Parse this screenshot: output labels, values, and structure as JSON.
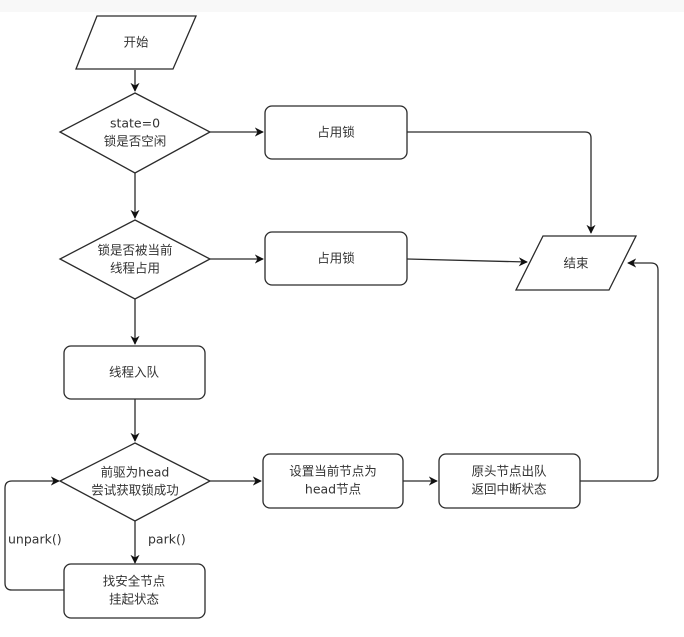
{
  "diagram": {
    "nodes": {
      "start": {
        "shape": "parallelogram",
        "lines": [
          "开始"
        ]
      },
      "check_free": {
        "shape": "diamond",
        "lines": [
          "state=0",
          "锁是否空闲"
        ]
      },
      "occupy1": {
        "shape": "rounded-rect",
        "lines": [
          "占用锁"
        ]
      },
      "check_owner": {
        "shape": "diamond",
        "lines": [
          "锁是否被当前",
          "线程占用"
        ]
      },
      "occupy2": {
        "shape": "rounded-rect",
        "lines": [
          "占用锁"
        ]
      },
      "end": {
        "shape": "parallelogram",
        "lines": [
          "结束"
        ]
      },
      "enqueue": {
        "shape": "rounded-rect",
        "lines": [
          "线程入队"
        ]
      },
      "check_head": {
        "shape": "diamond",
        "lines": [
          "前驱为head",
          "尝试获取锁成功"
        ]
      },
      "set_head": {
        "shape": "rounded-rect",
        "lines": [
          "设置当前节点为",
          "head节点"
        ]
      },
      "dequeue": {
        "shape": "rounded-rect",
        "lines": [
          "原头节点出队",
          "返回中断状态"
        ]
      },
      "park_node": {
        "shape": "rounded-rect",
        "lines": [
          "找安全节点",
          "挂起状态"
        ]
      }
    },
    "edges": [
      {
        "from": "start",
        "to": "check_free",
        "label": ""
      },
      {
        "from": "check_free",
        "to": "occupy1",
        "label": ""
      },
      {
        "from": "check_free",
        "to": "check_owner",
        "label": ""
      },
      {
        "from": "occupy1",
        "to": "end",
        "label": ""
      },
      {
        "from": "check_owner",
        "to": "occupy2",
        "label": ""
      },
      {
        "from": "occupy2",
        "to": "end",
        "label": ""
      },
      {
        "from": "check_owner",
        "to": "enqueue",
        "label": ""
      },
      {
        "from": "enqueue",
        "to": "check_head",
        "label": ""
      },
      {
        "from": "check_head",
        "to": "set_head",
        "label": ""
      },
      {
        "from": "set_head",
        "to": "dequeue",
        "label": ""
      },
      {
        "from": "dequeue",
        "to": "end",
        "label": ""
      },
      {
        "from": "check_head",
        "to": "park_node",
        "label": "park()"
      },
      {
        "from": "park_node",
        "to": "check_head",
        "label": "unpark()"
      }
    ]
  }
}
